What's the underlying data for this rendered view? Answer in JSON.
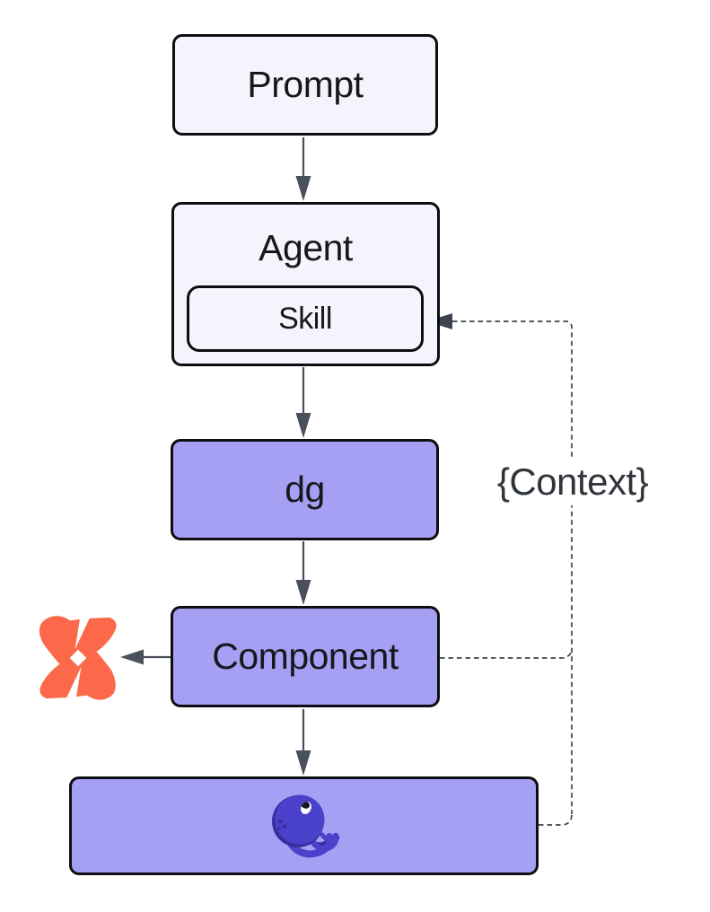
{
  "diagram": {
    "type": "flowchart",
    "background": "#ffffff",
    "nodes": {
      "prompt": {
        "label": "Prompt",
        "fill": "#f4f4fc"
      },
      "agent": {
        "label": "Agent",
        "fill": "#f4f4fc"
      },
      "skill": {
        "label": "Skill",
        "fill": "#f4f4fc"
      },
      "dg": {
        "label": "dg",
        "fill": "#a6a0f5"
      },
      "component": {
        "label": "Component",
        "fill": "#a6a0f5"
      },
      "runtime_box": {
        "label": "",
        "icon": "octopus-logo",
        "fill": "#a6a0f5"
      }
    },
    "icons": {
      "dbt": "dbt-logo",
      "octopus": "octopus-logo"
    },
    "edges": {
      "context_label": "{Context}",
      "solid_flow": [
        "prompt -> agent",
        "agent -> dg",
        "dg -> component",
        "component -> runtime_box",
        "component -> dbt-logo"
      ],
      "dashed_flow": [
        "component -> skill",
        "runtime_box -> skill"
      ]
    },
    "colors": {
      "node_border": "#0d0e11",
      "node_light_fill": "#f4f4fc",
      "node_purple_fill": "#a6a0f5",
      "edge_stroke": "#49505b",
      "dashed_stroke": "#3d4450",
      "label_text": "#17181c",
      "context_text": "#2f353b",
      "dbt_orange": "#fb694a",
      "octopus_indigo": "#4b42cb",
      "octopus_dark": "#37309c"
    }
  }
}
